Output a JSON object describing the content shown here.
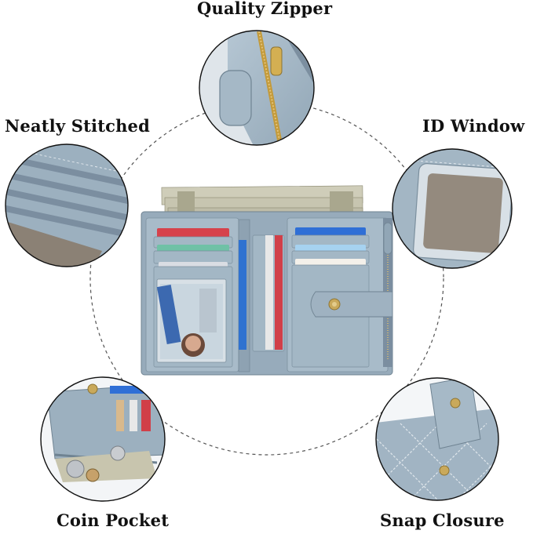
{
  "labels": {
    "quality_zipper": "Quality Zipper",
    "neatly_stitched": "Neatly Stitched",
    "id_window": "ID Window",
    "coin_pocket": "Coin Pocket",
    "snap_closure": "Snap Closure"
  },
  "colors": {
    "wallet_blue": "#9fb3c2",
    "wallet_shadow": "#7f93a3",
    "id_window_fill": "#948a7e",
    "cash_green": "#c9c7b3",
    "label_text": "#111111"
  },
  "icons": [
    "zipper-pull-icon",
    "snap-button-icon",
    "coin-icon",
    "card-icon",
    "id-card-icon"
  ]
}
